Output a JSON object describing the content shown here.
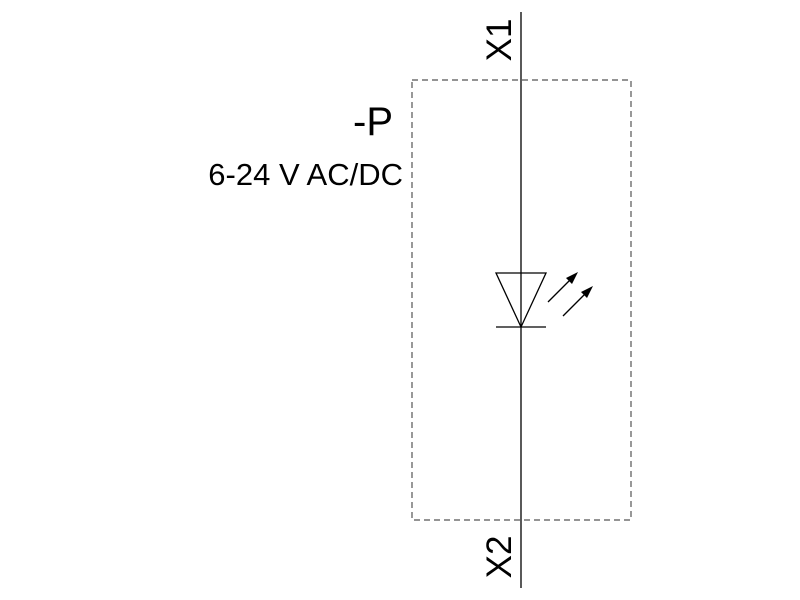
{
  "component": {
    "designation": "-P",
    "rating": "6-24 V AC/DC",
    "symbol": "led-indicator"
  },
  "terminals": {
    "top": "X1",
    "bottom": "X2"
  },
  "colors": {
    "line": "#000000",
    "enclosure": "#555555",
    "background": "#ffffff"
  }
}
